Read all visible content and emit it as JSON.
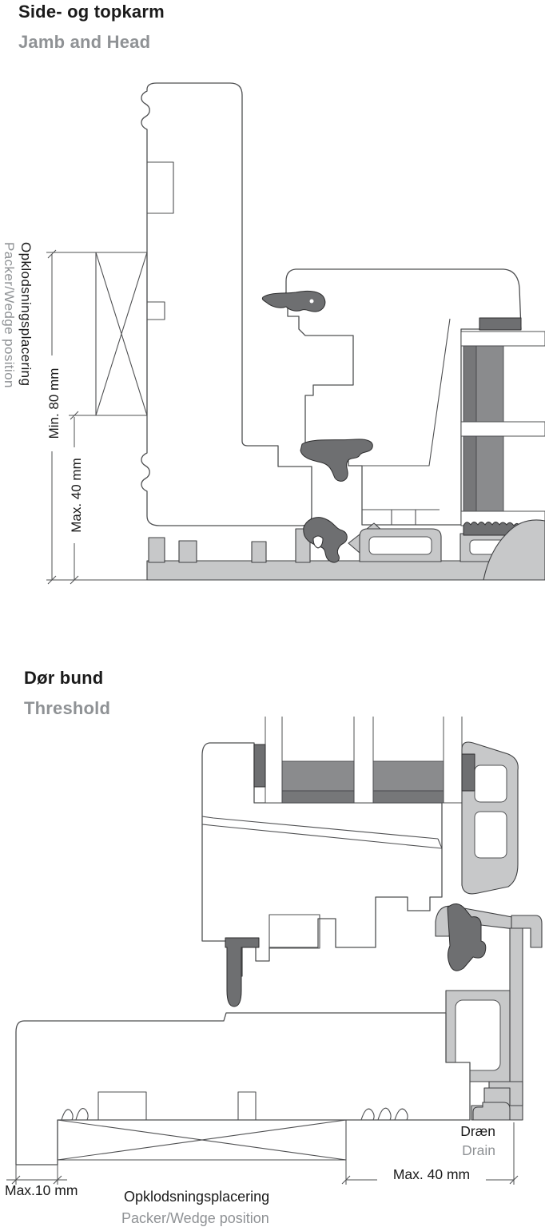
{
  "sections": [
    {
      "title": "Side- og topkarm",
      "subtitle": "Jamb and Head"
    },
    {
      "title": "Dør bund",
      "subtitle": "Threshold"
    }
  ],
  "labels": {
    "packer_da": "Opklodsningsplacering",
    "packer_en": "Packer/Wedge position",
    "min_80": "Min. 80 mm",
    "max_40_side": "Max. 40 mm",
    "max_10": "Max.10 mm",
    "max_40_bottom": "Max. 40 mm",
    "drain_da": "Dræn",
    "drain_en": "Drain",
    "packer_bottom_da": "Opklodsningsplacering",
    "packer_bottom_en": "Packer/Wedge position"
  },
  "colors": {
    "ink": "#1a1a1a",
    "muted": "#8f9295",
    "line": "#4f5052",
    "aluminium": "#c7c8c9",
    "gasket": "#6e6f71",
    "spacer": "#8a8b8d"
  }
}
